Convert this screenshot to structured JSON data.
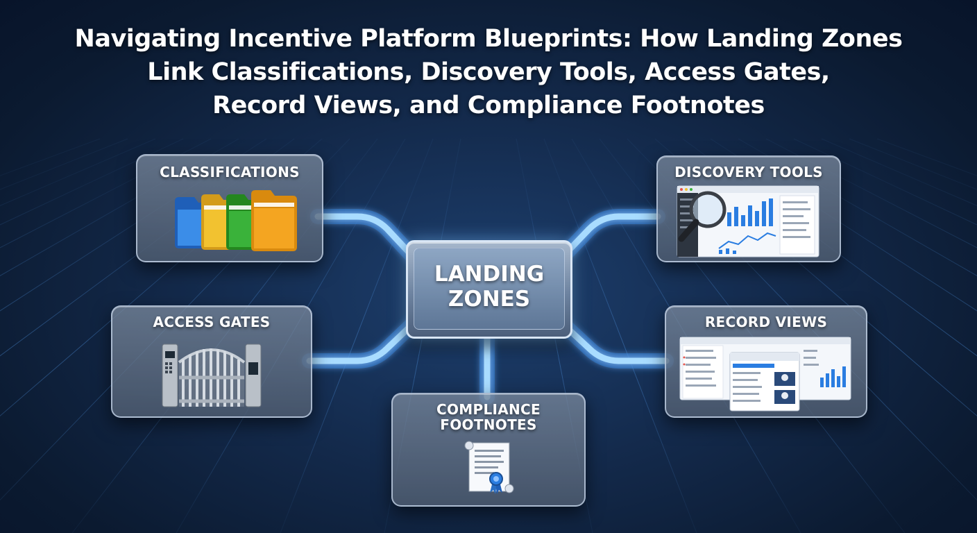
{
  "title": {
    "line1": "Navigating Incentive Platform Blueprints: How Landing Zones",
    "line2": "Link Classifications, Discovery Tools, Access Gates,",
    "line3": "Record Views, and Compliance Footnotes"
  },
  "center": {
    "line1": "LANDING",
    "line2": "ZONES"
  },
  "panels": {
    "classifications": {
      "label": "CLASSIFICATIONS",
      "icon": "folders-icon"
    },
    "discovery_tools": {
      "label": "DISCOVERY TOOLS",
      "icon": "magnifier-dashboard-icon"
    },
    "access_gates": {
      "label": "ACCESS GATES",
      "icon": "gate-icon"
    },
    "record_views": {
      "label": "RECORD VIEWS",
      "icon": "records-dashboard-icon"
    },
    "compliance_footnotes": {
      "line1": "COMPLIANCE",
      "line2": "FOOTNOTES",
      "icon": "certificate-scroll-icon"
    }
  },
  "colors": {
    "background": "#13294a",
    "connector": "#6ec3ff",
    "folder_blue": "#2f7fe0",
    "folder_yellow": "#f2c230",
    "folder_green": "#3ab23a",
    "folder_orange": "#f4a521",
    "chart_blue": "#2a7de1"
  }
}
